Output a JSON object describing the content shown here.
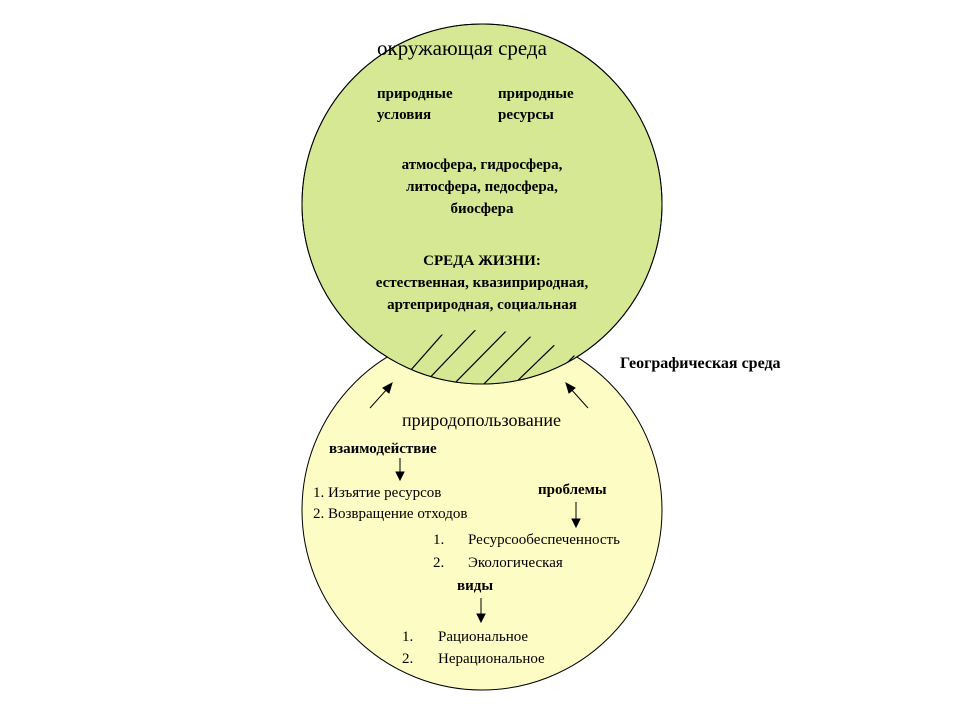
{
  "title": "окружающая среда",
  "upper_circle": {
    "fill": "#d7e894",
    "natural_conditions": [
      "природные",
      "условия"
    ],
    "natural_resources": [
      "природные",
      "ресурсы"
    ],
    "spheres": [
      "атмосфера, гидросфера,",
      "литосфера, педосфера,",
      "биосфера"
    ],
    "habitat_heading": "СРЕДА ЖИЗНИ:",
    "habitat_types": [
      "естественная, квазиприродная,",
      "артеприродная, социальная"
    ]
  },
  "intersection_label": "Географическая среда",
  "lower_circle": {
    "fill": "#fdfcc4",
    "heading": "природопользование",
    "interaction": "взаимодействие",
    "interaction_items": [
      "1. Изъятие ресурсов",
      "2. Возвращение отходов"
    ],
    "problems": "проблемы",
    "problem_items": [
      {
        "num": "1.",
        "text": "Ресурсообеспеченность"
      },
      {
        "num": "2.",
        "text": "Экологическая"
      }
    ],
    "types": "виды",
    "type_items": [
      {
        "num": "1.",
        "text": "Рациональное"
      },
      {
        "num": "2.",
        "text": "Нерациональное"
      }
    ]
  }
}
